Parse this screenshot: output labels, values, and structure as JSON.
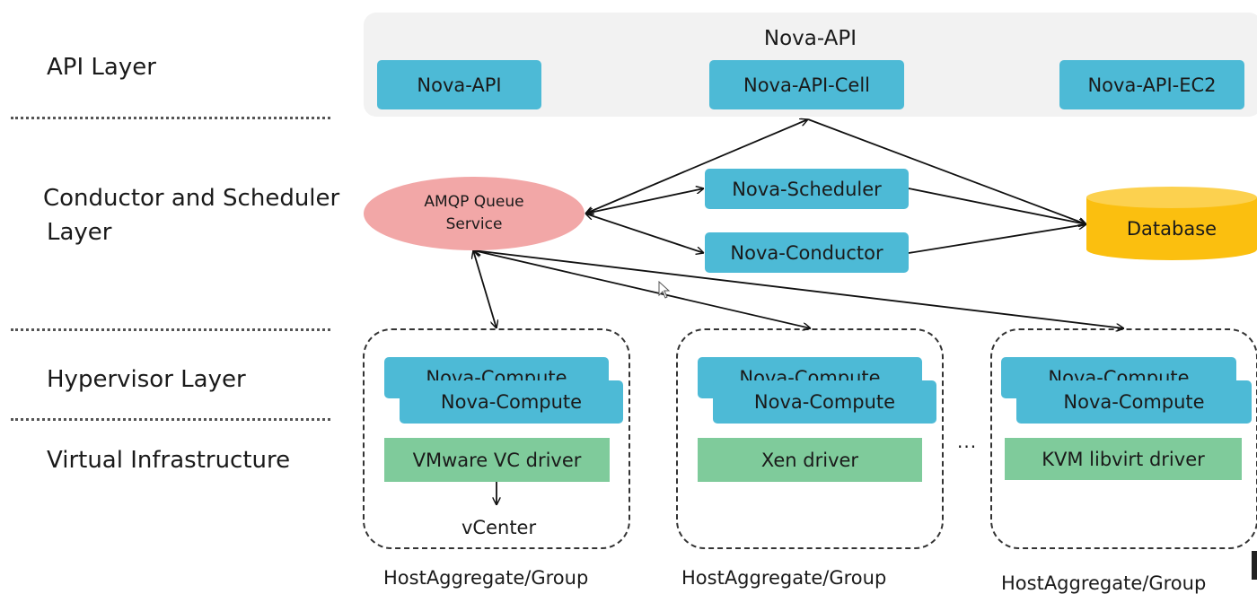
{
  "layers": {
    "api": "API Layer",
    "conductor_line1": "Conductor and Scheduler",
    "conductor_line2": "Layer",
    "hypervisor": "Hypervisor Layer",
    "virtual": "Virtual Infrastructure"
  },
  "api_panel": {
    "title": "Nova-API",
    "boxes": [
      "Nova-API",
      "Nova-API-Cell",
      "Nova-API-EC2"
    ]
  },
  "amqp": {
    "line1": "AMQP Queue",
    "line2": "Service"
  },
  "scheduler": "Nova-Scheduler",
  "conductor": "Nova-Conductor",
  "database": "Database",
  "groups": [
    {
      "compute_back": "Nova-Compute",
      "compute_front": "Nova-Compute",
      "driver": "VMware VC driver",
      "extra": "vCenter",
      "caption": "HostAggregate/Group"
    },
    {
      "compute_back": "Nova-Compute",
      "compute_front": "Nova-Compute",
      "driver": "Xen driver",
      "caption": "HostAggregate/Group"
    },
    {
      "compute_back": "Nova-Compute",
      "compute_front": "Nova-Compute",
      "driver": "KVM libvirt driver",
      "caption": "HostAggregate/Group"
    }
  ],
  "ellipsis": "...",
  "colors": {
    "api_panel": "#f2f2f2",
    "service_box": "#4dbad6",
    "driver_box": "#7fcb9b",
    "amqp": "#f2a7a7",
    "database": "#fbbf0f"
  }
}
